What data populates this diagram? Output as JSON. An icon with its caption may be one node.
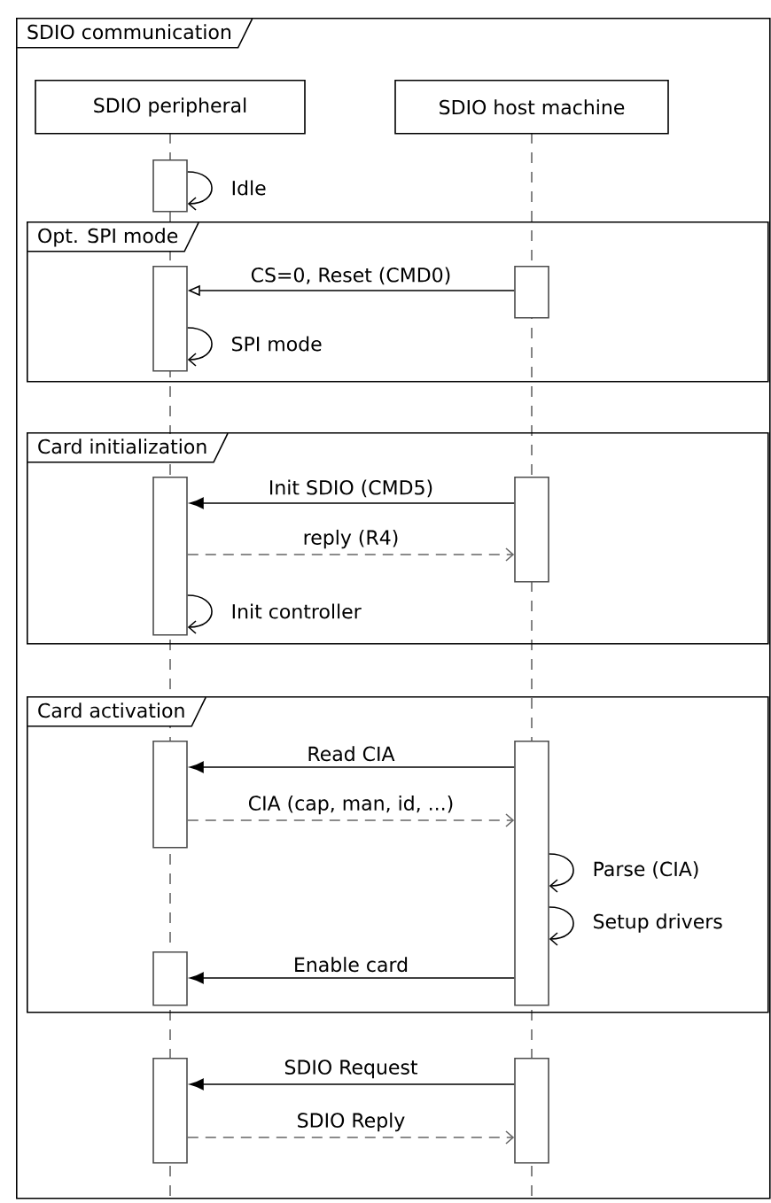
{
  "diagram": {
    "nodes": [
      {
        "text": [
          "SDIO communication"
        ]
      },
      {
        "text": [
          "SDIO peripheral"
        ],
        "in": 0
      },
      {
        "text": [
          "SDIO host machine"
        ],
        "in": 0
      },
      {
        "text": [],
        "shape": "bar",
        "in": 0
      },
      {
        "text": [
          "Opt. SPI mode"
        ],
        "in": 0
      },
      {
        "text": [],
        "shape": "bar",
        "in": 4
      },
      {
        "text": [],
        "shape": "bar",
        "in": 4
      },
      {
        "text": [
          "Card initialization"
        ],
        "in": 0
      },
      {
        "text": [],
        "shape": "bar",
        "in": 7
      },
      {
        "text": [],
        "shape": "bar",
        "in": 7
      },
      {
        "text": [
          "Card activation"
        ],
        "in": 0
      },
      {
        "text": [],
        "shape": "bar",
        "in": 10
      },
      {
        "text": [],
        "shape": "bar",
        "in": 10
      },
      {
        "text": [],
        "shape": "bar",
        "in": 10
      },
      {
        "text": [],
        "shape": "bar",
        "in": 0
      },
      {
        "text": [],
        "shape": "bar",
        "in": 0
      }
    ],
    "edges": [
      {
        "from": 3,
        "to": 3,
        "arrow": "to",
        "label": "Idle"
      },
      {
        "from": 6,
        "to": 5,
        "arrow": "to",
        "label": "CS=0, Reset (CMD0)"
      },
      {
        "from": 5,
        "to": 5,
        "arrow": "to",
        "label": "SPI mode"
      },
      {
        "from": 9,
        "to": 8,
        "arrow": "to",
        "label": "Init SDIO (CMD5)"
      },
      {
        "from": 8,
        "to": 9,
        "arrow": "to",
        "label": "reply (R4)",
        "style": "dashed",
        "color": "#666666"
      },
      {
        "from": 8,
        "to": 8,
        "arrow": "to",
        "label": "Init controller"
      },
      {
        "from": 12,
        "to": 11,
        "arrow": "to",
        "label": "Read CIA"
      },
      {
        "from": 11,
        "to": 12,
        "arrow": "to",
        "label": "CIA (cap, man, id, ...)",
        "style": "dashed",
        "color": "#666666"
      },
      {
        "from": 12,
        "to": 12,
        "arrow": "to",
        "label": "Parse (CIA)"
      },
      {
        "from": 12,
        "to": 12,
        "arrow": "to",
        "label": "Setup drivers"
      },
      {
        "from": 12,
        "to": 13,
        "arrow": "to",
        "label": "Enable card"
      },
      {
        "from": 15,
        "to": 14,
        "arrow": "to",
        "label": "SDIO Request"
      },
      {
        "from": 14,
        "to": 15,
        "arrow": "to",
        "label": "SDIO Reply",
        "style": "dashed",
        "color": "#666666"
      }
    ]
  }
}
